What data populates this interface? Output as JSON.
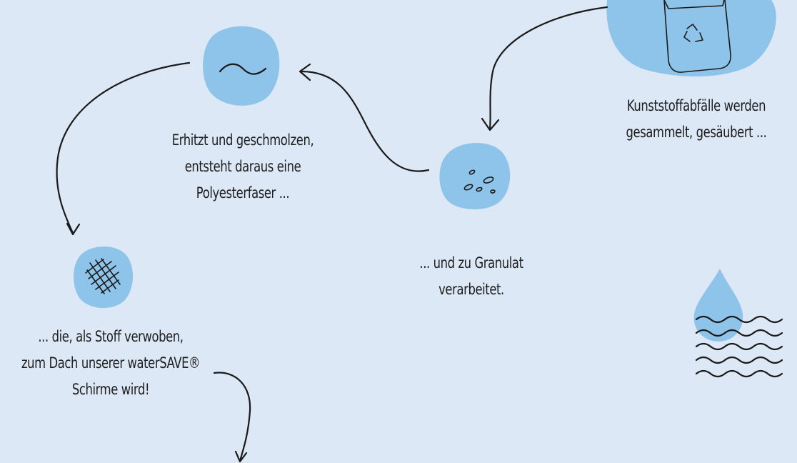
{
  "steps": [
    {
      "id": "collect",
      "text": "Kunststoffabfälle werden\ngesammelt, gesäubert ...",
      "icon": "recycling-bottle-icon"
    },
    {
      "id": "granulate",
      "text": "... und zu Granulat\nverarbeitet.",
      "icon": "granulate-icon"
    },
    {
      "id": "fiber",
      "text": "Erhitzt und geschmolzen,\nentsteht daraus eine\nPolyesterfaser ...",
      "icon": "fiber-icon"
    },
    {
      "id": "fabric",
      "text": "... die, als Stoff verwoben,\nzum Dach unserer waterSAVE®\nSchirme wird!",
      "icon": "woven-fabric-icon"
    }
  ],
  "colors": {
    "background": "#dce8f5",
    "accent": "#8fc4ea",
    "ink": "#1a1a1a"
  },
  "decoration": {
    "icon": "water-drop-waves-icon"
  }
}
